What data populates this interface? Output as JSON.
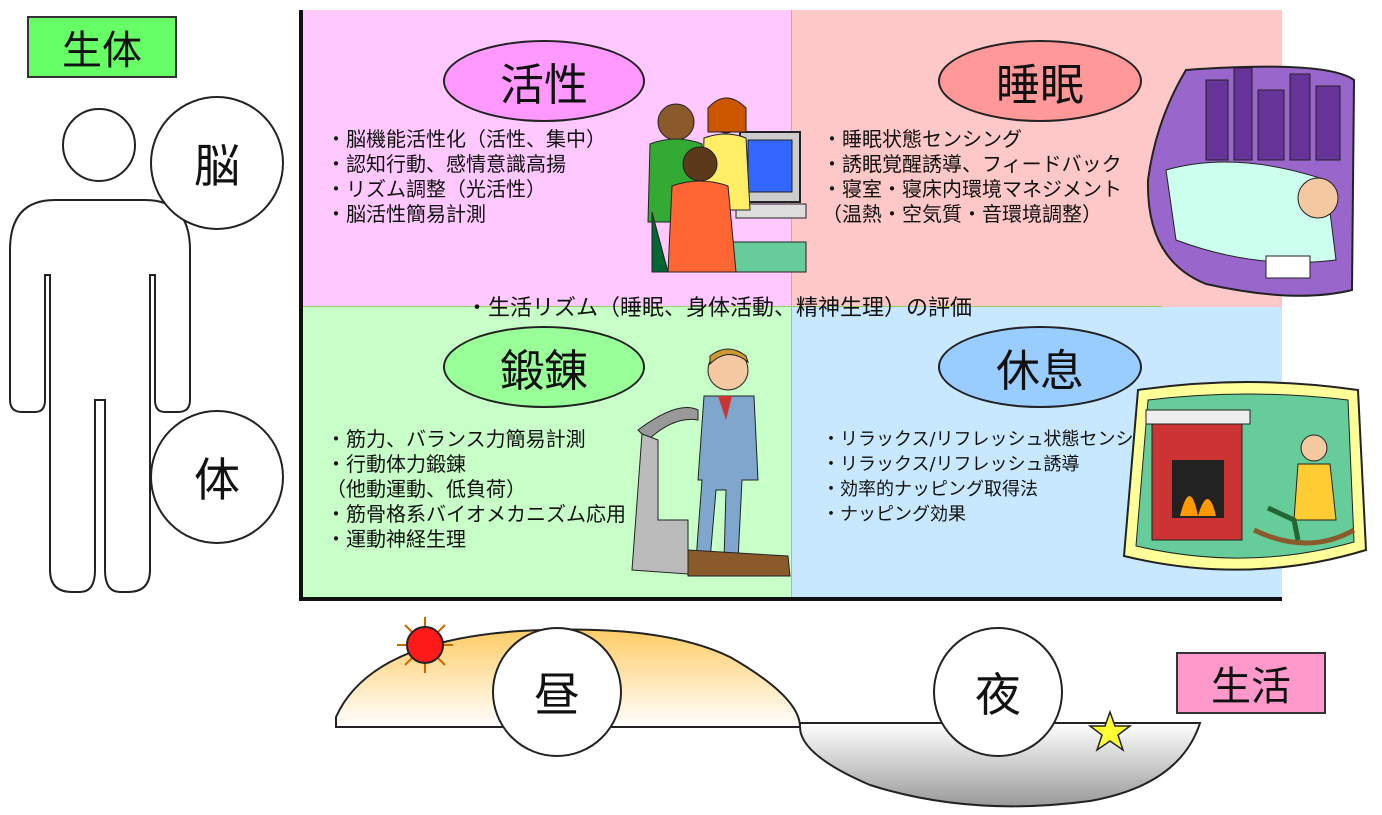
{
  "seitai_label": "生体",
  "seikatsu_label": "生活",
  "body": {
    "brain": "脳",
    "body": "体"
  },
  "time": {
    "day": "昼",
    "night": "夜"
  },
  "center_text": "・生活リズム（睡眠、身体活動、精神生理）の評価",
  "quadrants": {
    "activity": {
      "title": "活性",
      "items": [
        "・脳機能活性化（活性、集中）",
        "・認知行動、感情意識高揚",
        "・リズム調整（光活性）",
        "・脳活性簡易計測"
      ]
    },
    "sleep": {
      "title": "睡眠",
      "items": [
        "・睡眠状態センシング",
        "・誘眠覚醒誘導、フィードバック",
        "・寝室・寝床内環境マネジメント",
        "（温熱・空気質・音環境調整）"
      ]
    },
    "training": {
      "title": "鍛錬",
      "items": [
        "・筋力、バランス力簡易計測",
        "・行動体力鍛錬",
        "（他動運動、低負荷）",
        "・筋骨格系バイオメカニズム応用",
        "・運動神経生理"
      ]
    },
    "rest": {
      "title": "休息",
      "items": [
        "・リラックス/リフレッシュ状態センシング",
        "・リラックス/リフレッシュ誘導",
        "・効率的ナッピング取得法",
        "・ナッピング効果"
      ]
    }
  },
  "colors": {
    "activity": "#ffc8ff",
    "sleep": "#ffc8c8",
    "training": "#c8ffc8",
    "rest": "#c8e8ff",
    "seitai_box": "#66ff66",
    "seikatsu_box": "#ff99cc"
  }
}
